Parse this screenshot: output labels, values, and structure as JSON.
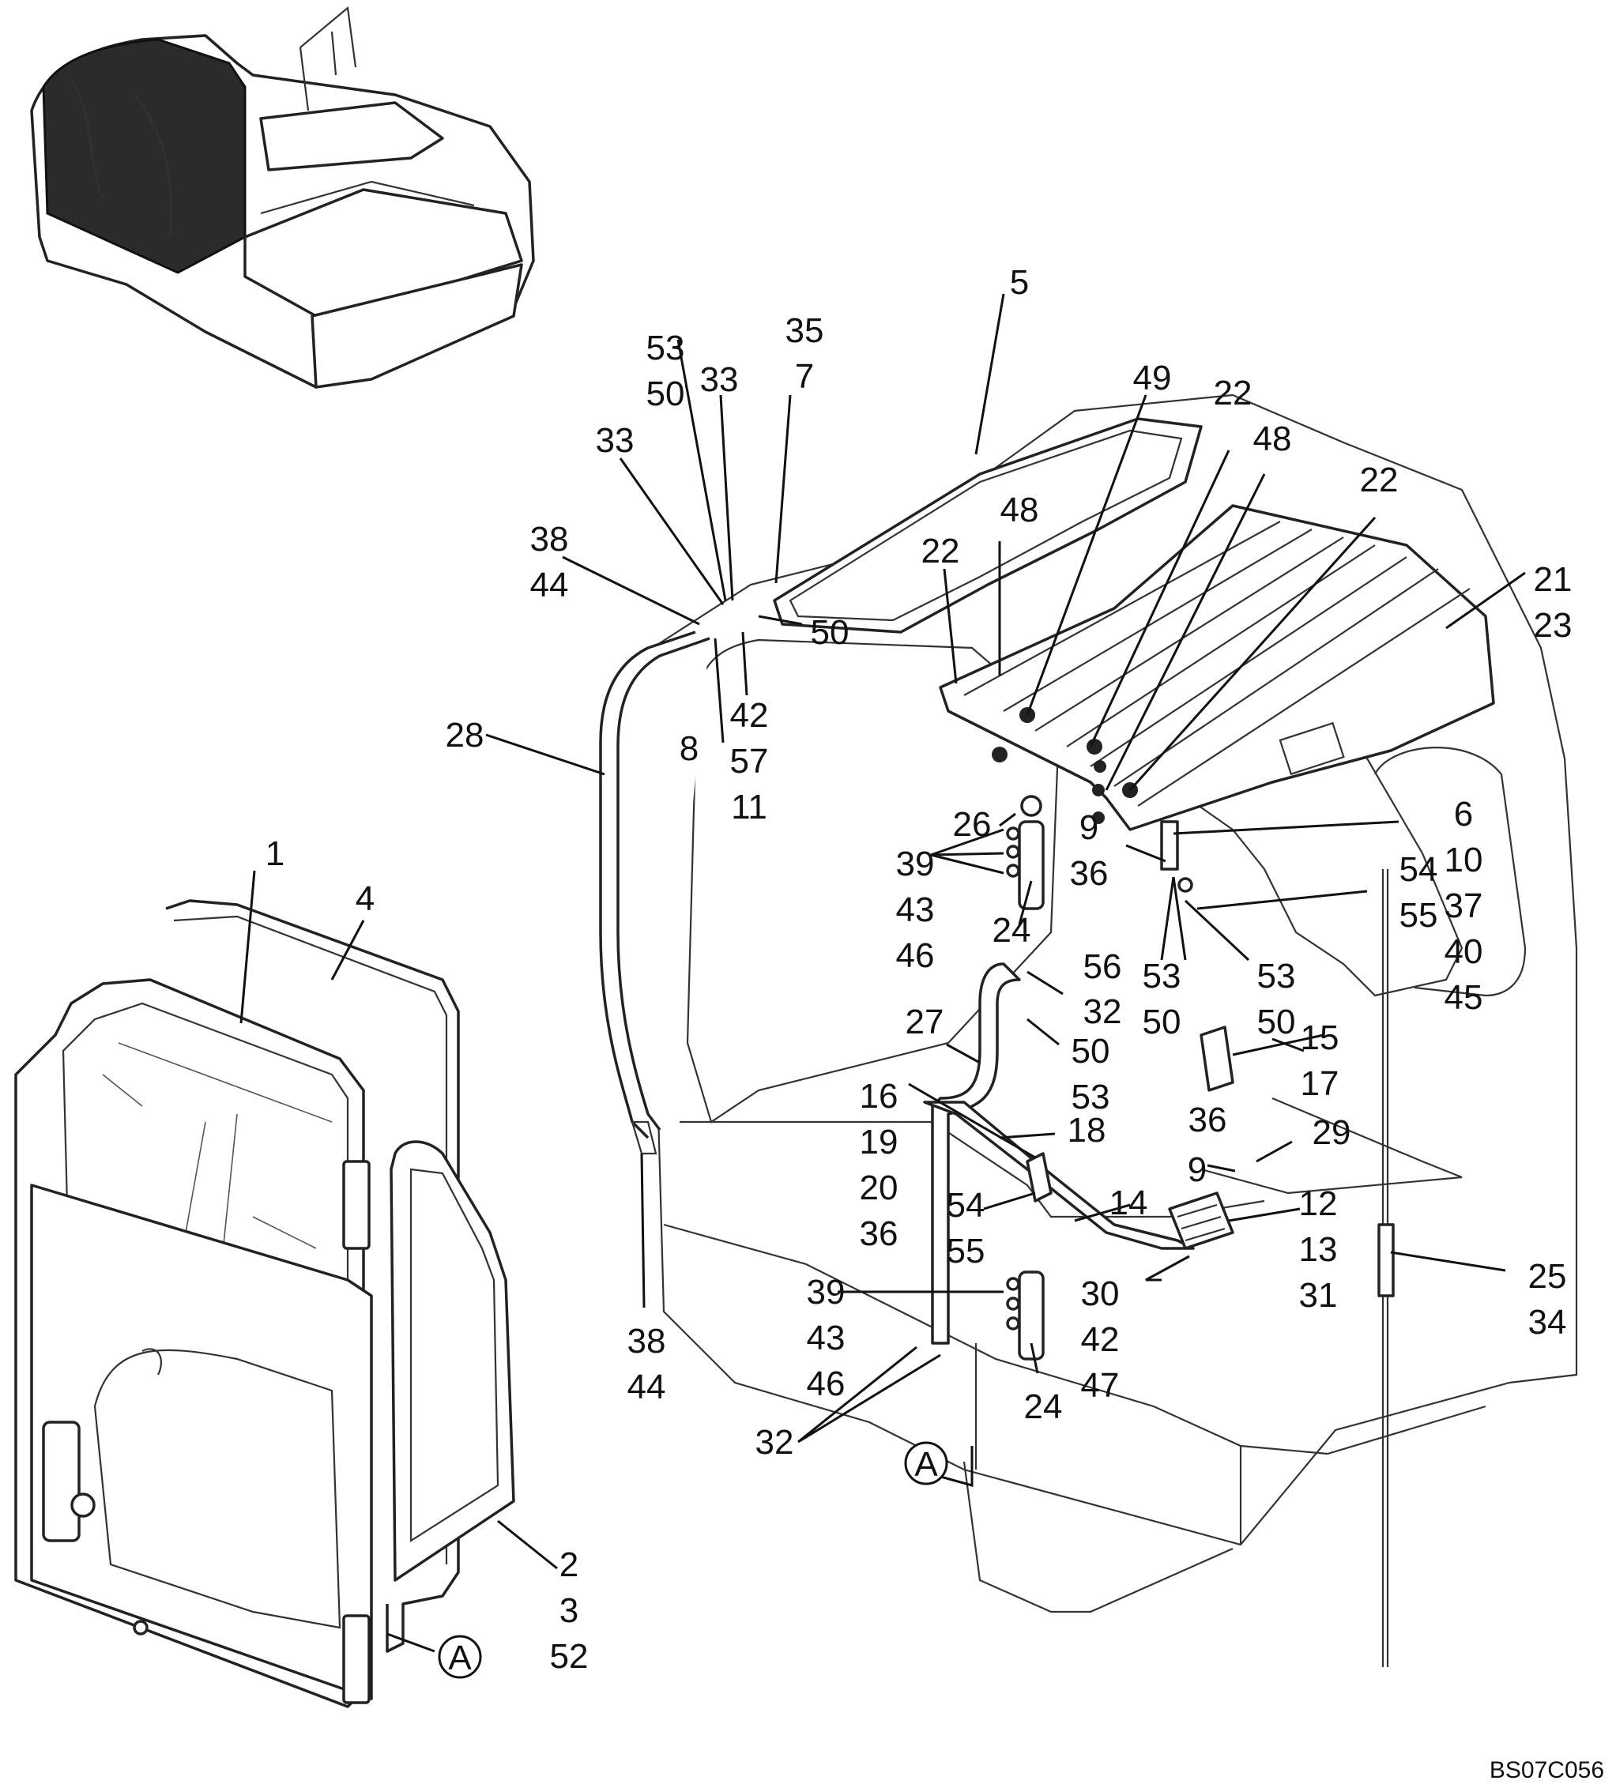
{
  "diagram": {
    "drawing_code": "BS07C056",
    "detail_marker": "A",
    "callouts": [
      {
        "id": "c5",
        "lines": [
          "5"
        ]
      },
      {
        "id": "c53-50",
        "lines": [
          "53",
          "50"
        ]
      },
      {
        "id": "c33a",
        "lines": [
          "33"
        ]
      },
      {
        "id": "c35-7",
        "lines": [
          "35",
          "7"
        ]
      },
      {
        "id": "c33b",
        "lines": [
          "33"
        ]
      },
      {
        "id": "c38-44-top",
        "lines": [
          "38",
          "44"
        ]
      },
      {
        "id": "c50-top",
        "lines": [
          "50"
        ]
      },
      {
        "id": "c42-57-11",
        "lines": [
          "42",
          "57",
          "11"
        ]
      },
      {
        "id": "c8",
        "lines": [
          "8"
        ]
      },
      {
        "id": "c28",
        "lines": [
          "28"
        ]
      },
      {
        "id": "c49",
        "lines": [
          "49"
        ]
      },
      {
        "id": "c22a",
        "lines": [
          "22"
        ]
      },
      {
        "id": "c48a",
        "lines": [
          "48"
        ]
      },
      {
        "id": "c22b",
        "lines": [
          "22"
        ]
      },
      {
        "id": "c48b",
        "lines": [
          "48"
        ]
      },
      {
        "id": "c22c",
        "lines": [
          "22"
        ]
      },
      {
        "id": "c21-23",
        "lines": [
          "21",
          "23"
        ]
      },
      {
        "id": "c26",
        "lines": [
          "26"
        ]
      },
      {
        "id": "c39-43-46-top",
        "lines": [
          "39",
          "43",
          "46"
        ]
      },
      {
        "id": "c24-top",
        "lines": [
          "24"
        ]
      },
      {
        "id": "c9-36",
        "lines": [
          "9",
          "36"
        ]
      },
      {
        "id": "c6-10-37-40-45",
        "lines": [
          "6",
          "10",
          "37",
          "40",
          "45"
        ]
      },
      {
        "id": "c54-55-top",
        "lines": [
          "54",
          "55"
        ]
      },
      {
        "id": "c56",
        "lines": [
          "56"
        ]
      },
      {
        "id": "c53-50-left",
        "lines": [
          "53",
          "50"
        ]
      },
      {
        "id": "c53-50-right",
        "lines": [
          "53",
          "50"
        ]
      },
      {
        "id": "c32-mid",
        "lines": [
          "32"
        ]
      },
      {
        "id": "c50-53-mid",
        "lines": [
          "50",
          "53"
        ]
      },
      {
        "id": "c27",
        "lines": [
          "27"
        ]
      },
      {
        "id": "c15-17",
        "lines": [
          "15",
          "17"
        ]
      },
      {
        "id": "c36-mid",
        "lines": [
          "36"
        ]
      },
      {
        "id": "c29",
        "lines": [
          "29"
        ]
      },
      {
        "id": "c9-mid",
        "lines": [
          "9"
        ]
      },
      {
        "id": "c16-19-20-36",
        "lines": [
          "16",
          "19",
          "20",
          "36"
        ]
      },
      {
        "id": "c18",
        "lines": [
          "18"
        ]
      },
      {
        "id": "c54-55-mid",
        "lines": [
          "54",
          "55"
        ]
      },
      {
        "id": "c14",
        "lines": [
          "14"
        ]
      },
      {
        "id": "c12-13-31",
        "lines": [
          "12",
          "13",
          "31"
        ]
      },
      {
        "id": "c25-34",
        "lines": [
          "25",
          "34"
        ]
      },
      {
        "id": "c39-43-46-bot",
        "lines": [
          "39",
          "43",
          "46"
        ]
      },
      {
        "id": "c30-42-47",
        "lines": [
          "30",
          "42",
          "47"
        ]
      },
      {
        "id": "c24-bot",
        "lines": [
          "24"
        ]
      },
      {
        "id": "c38-44-bot",
        "lines": [
          "38",
          "44"
        ]
      },
      {
        "id": "c32-bot",
        "lines": [
          "32"
        ]
      },
      {
        "id": "c1",
        "lines": [
          "1"
        ]
      },
      {
        "id": "c4",
        "lines": [
          "4"
        ]
      },
      {
        "id": "c2-3-52",
        "lines": [
          "2",
          "3",
          "52"
        ]
      }
    ]
  }
}
